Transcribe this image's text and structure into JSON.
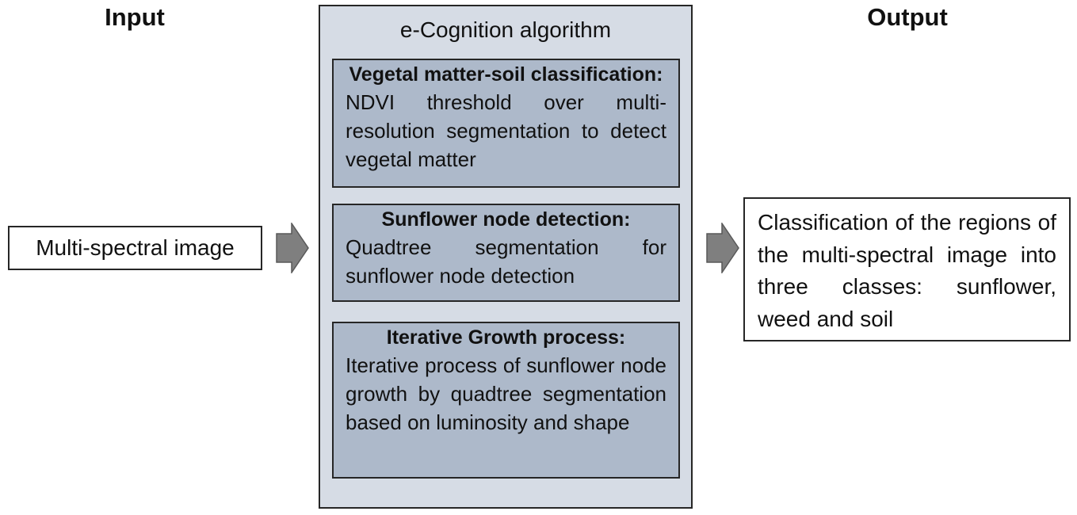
{
  "input": {
    "heading": "Input",
    "box_text": "Multi-spectral image"
  },
  "algorithm": {
    "title": "e-Cognition algorithm",
    "steps": [
      {
        "title": "Vegetal matter-soil classification:",
        "description": "NDVI threshold over multi-resolution segmentation to detect vegetal matter"
      },
      {
        "title": "Sunflower node detection:",
        "description": "Quadtree segmentation for sunflower node detection"
      },
      {
        "title": "Iterative Growth process:",
        "description": "Iterative process of sunflower node growth by quadtree segmentation based on luminosity and shape"
      }
    ]
  },
  "output": {
    "heading": "Output",
    "box_text": "Classification of the regions of the multi-spectral image into three classes: sunflower, weed and soil"
  },
  "colors": {
    "algorithm_fill": "#d6dce5",
    "step_fill": "#adb9ca",
    "arrow_fill": "#7f7f7f",
    "border": "#262626"
  }
}
